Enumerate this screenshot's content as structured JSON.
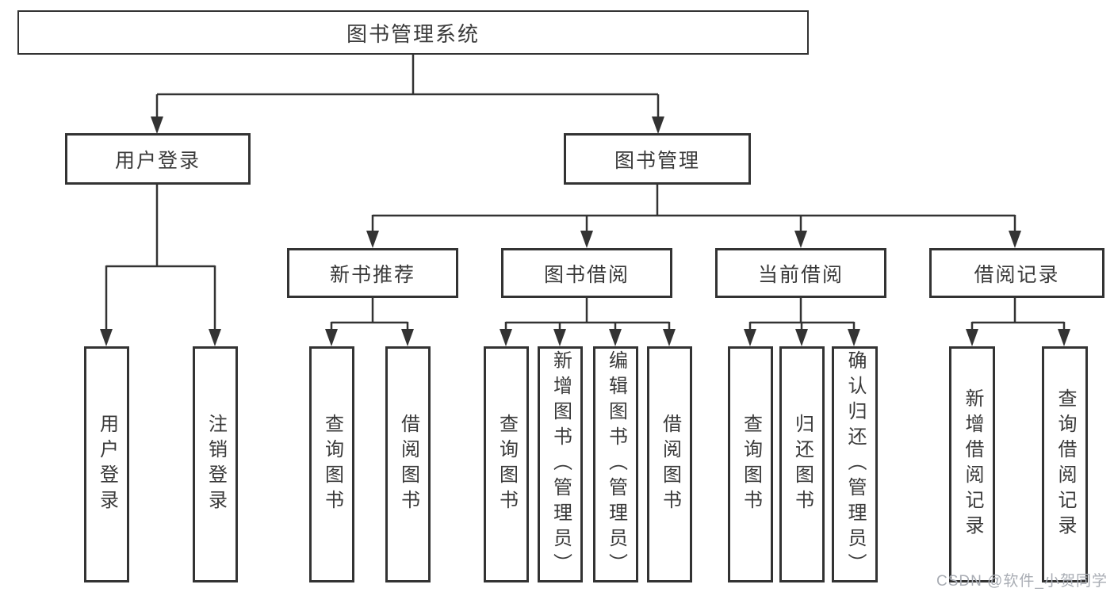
{
  "root": {
    "label": "图书管理系统"
  },
  "branches": [
    {
      "label": "用户登录",
      "leaves": [
        {
          "label": "用户登录"
        },
        {
          "label": "注销登录"
        }
      ]
    },
    {
      "label": "图书管理",
      "groups": [
        {
          "label": "新书推荐",
          "leaves": [
            {
              "label": "查询图书"
            },
            {
              "label": "借阅图书"
            }
          ]
        },
        {
          "label": "图书借阅",
          "leaves": [
            {
              "label": "查询图书"
            },
            {
              "label": "新增图书（管理员）"
            },
            {
              "label": "编辑图书（管理员）"
            },
            {
              "label": "借阅图书"
            }
          ]
        },
        {
          "label": "当前借阅",
          "leaves": [
            {
              "label": "查询图书"
            },
            {
              "label": "归还图书"
            },
            {
              "label": "确认归还（管理员）"
            }
          ]
        },
        {
          "label": "借阅记录",
          "leaves": [
            {
              "label": "新增借阅记录"
            },
            {
              "label": "查询借阅记录"
            }
          ]
        }
      ]
    }
  ],
  "watermark": {
    "text": "CSDN @软件_小贺同学"
  },
  "colors": {
    "line": "#333333",
    "text": "#3a3a3a",
    "watermark": "#a9adb4",
    "background": "#ffffff"
  }
}
